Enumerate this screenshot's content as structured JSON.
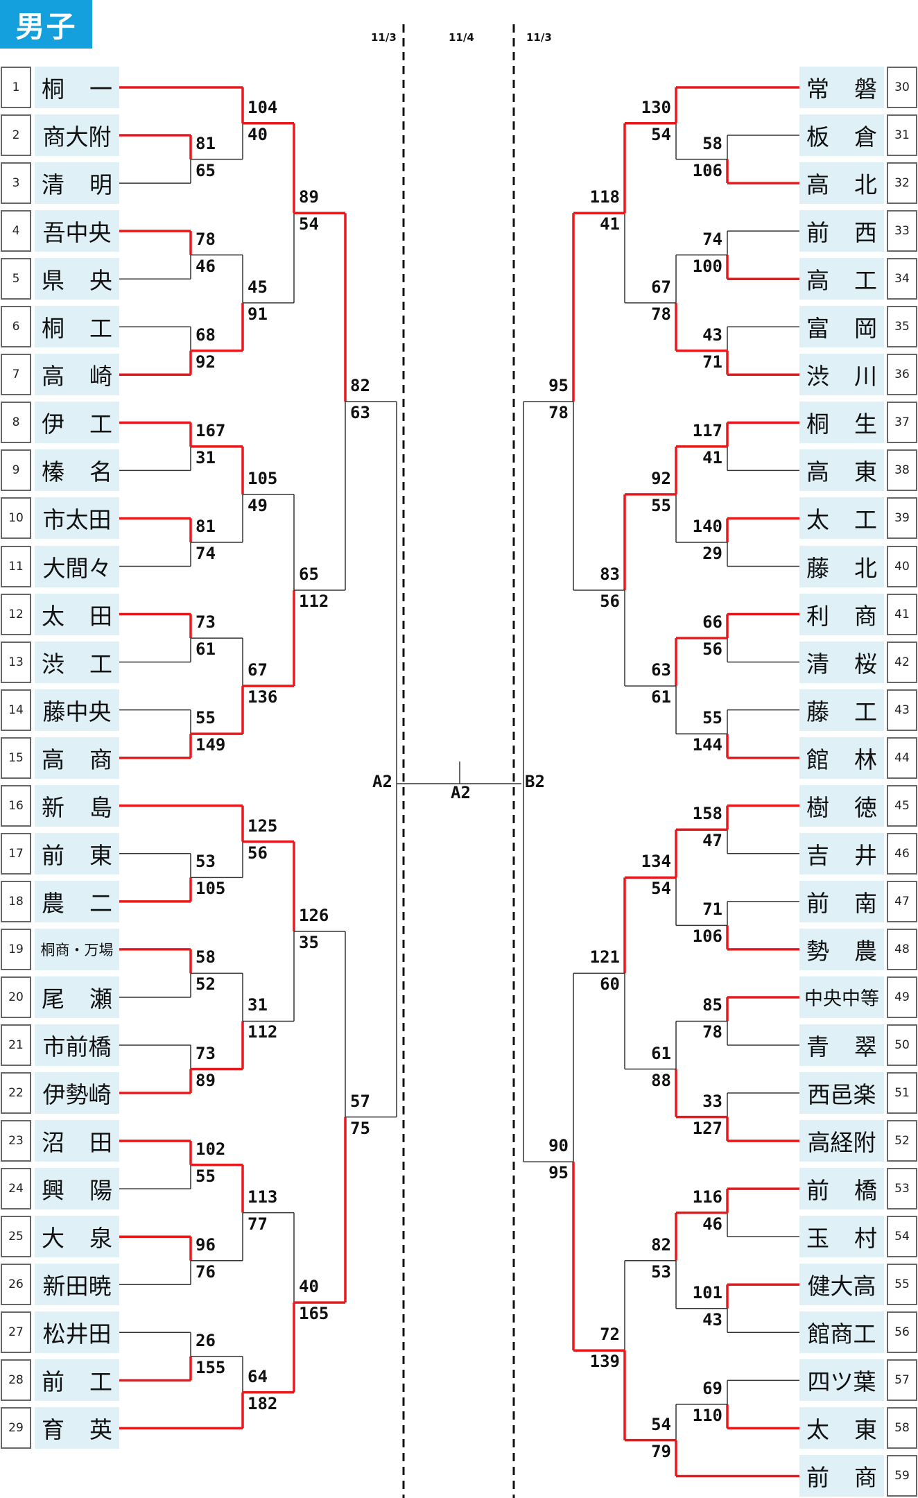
{
  "title": "男子",
  "colors": {
    "winner": "#e8191c",
    "loser": "#333333",
    "team_bg": "#dff0f7",
    "title_bg": "#14a0dc"
  },
  "dates": [
    "11/3",
    "11/4",
    "11/3"
  ],
  "final": {
    "left_label": "A2",
    "center_label": "A2",
    "right_label": "B2"
  },
  "left_teams": [
    {
      "n": "1",
      "name": "桐　一"
    },
    {
      "n": "2",
      "name": "商大附"
    },
    {
      "n": "3",
      "name": "清　明"
    },
    {
      "n": "4",
      "name": "吾中央"
    },
    {
      "n": "5",
      "name": "県　央"
    },
    {
      "n": "6",
      "name": "桐　工"
    },
    {
      "n": "7",
      "name": "高　崎"
    },
    {
      "n": "8",
      "name": "伊　工"
    },
    {
      "n": "9",
      "name": "榛　名"
    },
    {
      "n": "10",
      "name": "市太田"
    },
    {
      "n": "11",
      "name": "大間々"
    },
    {
      "n": "12",
      "name": "太　田"
    },
    {
      "n": "13",
      "name": "渋　工"
    },
    {
      "n": "14",
      "name": "藤中央"
    },
    {
      "n": "15",
      "name": "高　商"
    },
    {
      "n": "16",
      "name": "新　島"
    },
    {
      "n": "17",
      "name": "前　東"
    },
    {
      "n": "18",
      "name": "農　二"
    },
    {
      "n": "19",
      "name": "桐商・万場"
    },
    {
      "n": "20",
      "name": "尾　瀬"
    },
    {
      "n": "21",
      "name": "市前橋"
    },
    {
      "n": "22",
      "name": "伊勢崎"
    },
    {
      "n": "23",
      "name": "沼　田"
    },
    {
      "n": "24",
      "name": "興　陽"
    },
    {
      "n": "25",
      "name": "大　泉"
    },
    {
      "n": "26",
      "name": "新田暁"
    },
    {
      "n": "27",
      "name": "松井田"
    },
    {
      "n": "28",
      "name": "前　工"
    },
    {
      "n": "29",
      "name": "育　英"
    }
  ],
  "right_teams": [
    {
      "n": "30",
      "name": "常　磐"
    },
    {
      "n": "31",
      "name": "板　倉"
    },
    {
      "n": "32",
      "name": "高　北"
    },
    {
      "n": "33",
      "name": "前　西"
    },
    {
      "n": "34",
      "name": "高　工"
    },
    {
      "n": "35",
      "name": "富　岡"
    },
    {
      "n": "36",
      "name": "渋　川"
    },
    {
      "n": "37",
      "name": "桐　生"
    },
    {
      "n": "38",
      "name": "高　東"
    },
    {
      "n": "39",
      "name": "太　工"
    },
    {
      "n": "40",
      "name": "藤　北"
    },
    {
      "n": "41",
      "name": "利　商"
    },
    {
      "n": "42",
      "name": "清　桜"
    },
    {
      "n": "43",
      "name": "藤　工"
    },
    {
      "n": "44",
      "name": "館　林"
    },
    {
      "n": "45",
      "name": "樹　徳"
    },
    {
      "n": "46",
      "name": "吉　井"
    },
    {
      "n": "47",
      "name": "前　南"
    },
    {
      "n": "48",
      "name": "勢　農"
    },
    {
      "n": "49",
      "name": "中央中等"
    },
    {
      "n": "50",
      "name": "青　翠"
    },
    {
      "n": "51",
      "name": "西邑楽"
    },
    {
      "n": "52",
      "name": "高経附"
    },
    {
      "n": "53",
      "name": "前　橋"
    },
    {
      "n": "54",
      "name": "玉　村"
    },
    {
      "n": "55",
      "name": "健大高"
    },
    {
      "n": "56",
      "name": "館商工"
    },
    {
      "n": "57",
      "name": "四ツ葉"
    },
    {
      "n": "58",
      "name": "太　東"
    },
    {
      "n": "59",
      "name": "前　商"
    }
  ],
  "left_matches": [
    {
      "id": "L1",
      "a": "t2",
      "b": "t3",
      "sa": "81",
      "sb": "65",
      "w": "a"
    },
    {
      "id": "L2",
      "a": "t1",
      "b": "L1",
      "sa": "104",
      "sb": "40",
      "w": "a"
    },
    {
      "id": "L3",
      "a": "t4",
      "b": "t5",
      "sa": "78",
      "sb": "46",
      "w": "a"
    },
    {
      "id": "L4",
      "a": "t6",
      "b": "t7",
      "sa": "68",
      "sb": "92",
      "w": "b"
    },
    {
      "id": "L5",
      "a": "L3",
      "b": "L4",
      "sa": "45",
      "sb": "91",
      "w": "b"
    },
    {
      "id": "L6",
      "a": "L2",
      "b": "L5",
      "sa": "89",
      "sb": "54",
      "w": "a"
    },
    {
      "id": "L7",
      "a": "t8",
      "b": "t9",
      "sa": "167",
      "sb": "31",
      "w": "a"
    },
    {
      "id": "L8",
      "a": "t10",
      "b": "t11",
      "sa": "81",
      "sb": "74",
      "w": "a"
    },
    {
      "id": "L9",
      "a": "L7",
      "b": "L8",
      "sa": "105",
      "sb": "49",
      "w": "a"
    },
    {
      "id": "L10",
      "a": "t12",
      "b": "t13",
      "sa": "73",
      "sb": "61",
      "w": "a"
    },
    {
      "id": "L11",
      "a": "t14",
      "b": "t15",
      "sa": "55",
      "sb": "149",
      "w": "b"
    },
    {
      "id": "L12",
      "a": "L10",
      "b": "L11",
      "sa": "67",
      "sb": "136",
      "w": "b"
    },
    {
      "id": "L13",
      "a": "L9",
      "b": "L12",
      "sa": "65",
      "sb": "112",
      "w": "b"
    },
    {
      "id": "L14",
      "a": "L6",
      "b": "L13",
      "sa": "82",
      "sb": "63",
      "w": "a"
    },
    {
      "id": "L15",
      "a": "t17",
      "b": "t18",
      "sa": "53",
      "sb": "105",
      "w": "b"
    },
    {
      "id": "L16",
      "a": "t16",
      "b": "L15",
      "sa": "125",
      "sb": "56",
      "w": "a"
    },
    {
      "id": "L17",
      "a": "t19",
      "b": "t20",
      "sa": "58",
      "sb": "52",
      "w": "a"
    },
    {
      "id": "L18",
      "a": "t21",
      "b": "t22",
      "sa": "73",
      "sb": "89",
      "w": "b"
    },
    {
      "id": "L19",
      "a": "L17",
      "b": "L18",
      "sa": "31",
      "sb": "112",
      "w": "b"
    },
    {
      "id": "L20",
      "a": "L16",
      "b": "L19",
      "sa": "126",
      "sb": "35",
      "w": "a"
    },
    {
      "id": "L21",
      "a": "t23",
      "b": "t24",
      "sa": "102",
      "sb": "55",
      "w": "a"
    },
    {
      "id": "L22",
      "a": "t25",
      "b": "t26",
      "sa": "96",
      "sb": "76",
      "w": "a"
    },
    {
      "id": "L23",
      "a": "L21",
      "b": "L22",
      "sa": "113",
      "sb": "77",
      "w": "a"
    },
    {
      "id": "L24",
      "a": "t27",
      "b": "t28",
      "sa": "26",
      "sb": "155",
      "w": "b"
    },
    {
      "id": "L25",
      "a": "L24",
      "b": "t29",
      "sa": "64",
      "sb": "182",
      "w": "b"
    },
    {
      "id": "L26",
      "a": "L23",
      "b": "L25",
      "sa": "40",
      "sb": "165",
      "w": "b"
    },
    {
      "id": "L27",
      "a": "L20",
      "b": "L26",
      "sa": "57",
      "sb": "75",
      "w": "b"
    }
  ],
  "right_matches": [
    {
      "id": "R1",
      "a": "t31",
      "b": "t32",
      "sa": "58",
      "sb": "106",
      "w": "b"
    },
    {
      "id": "R2",
      "a": "t30",
      "b": "R1",
      "sa": "130",
      "sb": "54",
      "w": "a"
    },
    {
      "id": "R3",
      "a": "t33",
      "b": "t34",
      "sa": "74",
      "sb": "100",
      "w": "b"
    },
    {
      "id": "R4",
      "a": "t35",
      "b": "t36",
      "sa": "43",
      "sb": "71",
      "w": "b"
    },
    {
      "id": "R5",
      "a": "R3",
      "b": "R4",
      "sa": "67",
      "sb": "78",
      "w": "b"
    },
    {
      "id": "R6",
      "a": "R2",
      "b": "R5",
      "sa": "118",
      "sb": "41",
      "w": "a"
    },
    {
      "id": "R7",
      "a": "t37",
      "b": "t38",
      "sa": "117",
      "sb": "41",
      "w": "a"
    },
    {
      "id": "R8",
      "a": "t39",
      "b": "t40",
      "sa": "140",
      "sb": "29",
      "w": "a"
    },
    {
      "id": "R9",
      "a": "R7",
      "b": "R8",
      "sa": "92",
      "sb": "55",
      "w": "a"
    },
    {
      "id": "R10",
      "a": "t41",
      "b": "t42",
      "sa": "66",
      "sb": "56",
      "w": "a"
    },
    {
      "id": "R11",
      "a": "t43",
      "b": "t44",
      "sa": "55",
      "sb": "144",
      "w": "b"
    },
    {
      "id": "R12",
      "a": "R10",
      "b": "R11",
      "sa": "63",
      "sb": "61",
      "w": "a"
    },
    {
      "id": "R13",
      "a": "R9",
      "b": "R12",
      "sa": "83",
      "sb": "56",
      "w": "a"
    },
    {
      "id": "R14",
      "a": "R6",
      "b": "R13",
      "sa": "95",
      "sb": "78",
      "w": "a"
    },
    {
      "id": "R15",
      "a": "t45",
      "b": "t46",
      "sa": "158",
      "sb": "47",
      "w": "a"
    },
    {
      "id": "R16",
      "a": "t47",
      "b": "t48",
      "sa": "71",
      "sb": "106",
      "w": "b"
    },
    {
      "id": "R17",
      "a": "R15",
      "b": "R16",
      "sa": "134",
      "sb": "54",
      "w": "a"
    },
    {
      "id": "R18",
      "a": "t49",
      "b": "t50",
      "sa": "85",
      "sb": "78",
      "w": "a"
    },
    {
      "id": "R19",
      "a": "t51",
      "b": "t52",
      "sa": "33",
      "sb": "127",
      "w": "b"
    },
    {
      "id": "R20",
      "a": "R18",
      "b": "R19",
      "sa": "61",
      "sb": "88",
      "w": "b"
    },
    {
      "id": "R21",
      "a": "R17",
      "b": "R20",
      "sa": "121",
      "sb": "60",
      "w": "a"
    },
    {
      "id": "R22",
      "a": "t53",
      "b": "t54",
      "sa": "116",
      "sb": "46",
      "w": "a"
    },
    {
      "id": "R23",
      "a": "t55",
      "b": "t56",
      "sa": "101",
      "sb": "43",
      "w": "a"
    },
    {
      "id": "R24",
      "a": "R22",
      "b": "R23",
      "sa": "82",
      "sb": "53",
      "w": "a"
    },
    {
      "id": "R25",
      "a": "t57",
      "b": "t58",
      "sa": "69",
      "sb": "110",
      "w": "b"
    },
    {
      "id": "R26",
      "a": "R25",
      "b": "t59",
      "sa": "54",
      "sb": "79",
      "w": "b"
    },
    {
      "id": "R27",
      "a": "R24",
      "b": "R26",
      "sa": "72",
      "sb": "139",
      "w": "b"
    },
    {
      "id": "R28",
      "a": "R21",
      "b": "R27",
      "sa": "90",
      "sb": "95",
      "w": "b"
    }
  ]
}
